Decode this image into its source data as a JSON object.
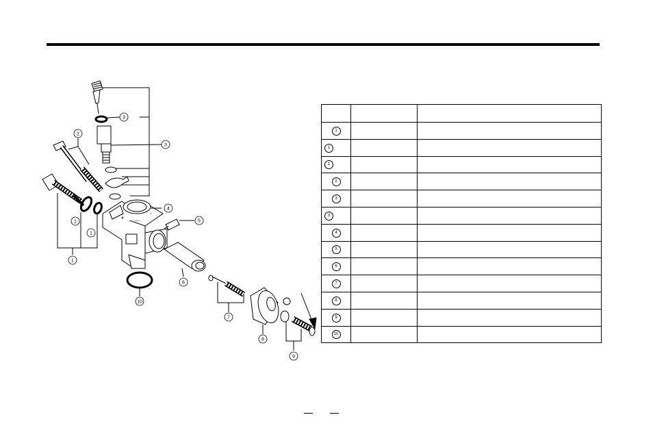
{
  "callouts": {
    "c1a": "1",
    "c1b": "1",
    "c1c": "1",
    "c2": "2",
    "c3a": "3",
    "c3b": "3",
    "c4": "4",
    "c5": "5",
    "c6": "6",
    "c7": "7",
    "c8": "8",
    "c9": "9",
    "c10": "10"
  },
  "table": {
    "header": [
      "",
      "",
      ""
    ],
    "rows": [
      {
        "num": "1",
        "part": "",
        "desc": "",
        "align": "center"
      },
      {
        "num": "1",
        "part": "",
        "desc": "",
        "align": "left"
      },
      {
        "num": "1",
        "part": "",
        "desc": "",
        "align": "left"
      },
      {
        "num": "2",
        "part": "",
        "desc": "",
        "align": "center"
      },
      {
        "num": "3",
        "part": "",
        "desc": "",
        "align": "center"
      },
      {
        "num": "3",
        "part": "",
        "desc": "",
        "align": "left"
      },
      {
        "num": "4",
        "part": "",
        "desc": "",
        "align": "center"
      },
      {
        "num": "5",
        "part": "",
        "desc": "",
        "align": "center"
      },
      {
        "num": "6",
        "part": "",
        "desc": "",
        "align": "center"
      },
      {
        "num": "7",
        "part": "",
        "desc": "",
        "align": "center"
      },
      {
        "num": "8",
        "part": "",
        "desc": "",
        "align": "center"
      },
      {
        "num": "9",
        "part": "",
        "desc": "",
        "align": "center"
      },
      {
        "num": "10",
        "part": "",
        "desc": "",
        "align": "center"
      }
    ]
  }
}
